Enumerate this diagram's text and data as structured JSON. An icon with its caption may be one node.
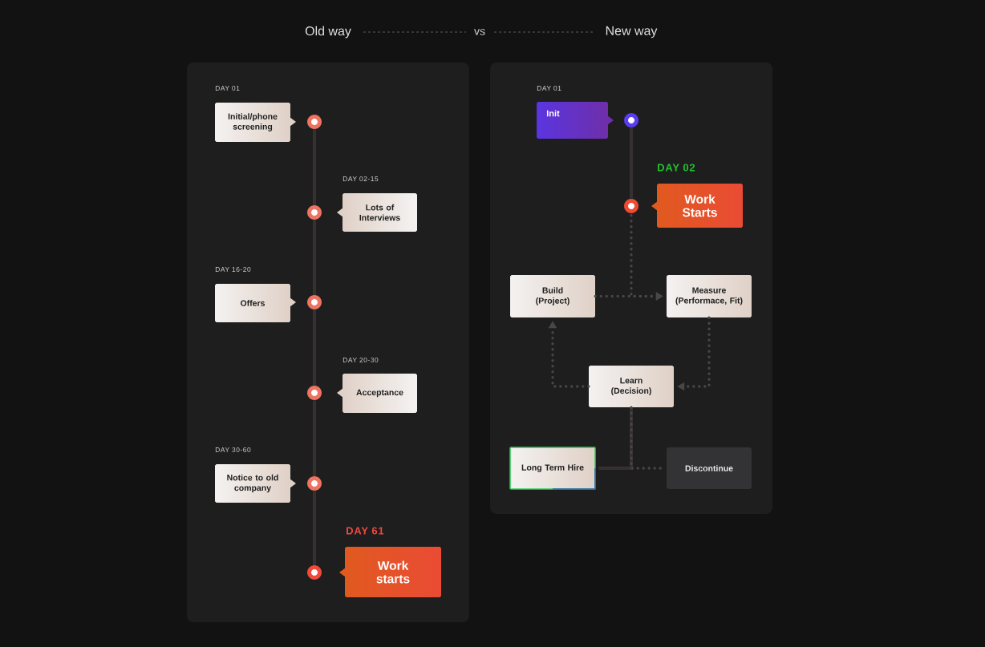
{
  "diagram": {
    "nodes": [
      {
        "text": [
          "Old way"
        ]
      },
      {
        "text": [
          "Initial/phone screening"
        ],
        "beside": [
          "DAY 01"
        ],
        "in": 0
      },
      {
        "text": [],
        "shape": "circle",
        "in": 0
      },
      {
        "text": [
          "Lots of Interviews"
        ],
        "beside": [
          "DAY 02-15"
        ],
        "in": 0
      },
      {
        "text": [],
        "shape": "circle",
        "in": 0
      },
      {
        "text": [
          "Offers"
        ],
        "beside": [
          "DAY 16-20"
        ],
        "in": 0
      },
      {
        "text": [],
        "shape": "circle",
        "in": 0
      },
      {
        "text": [
          "Acceptance"
        ],
        "beside": [
          "DAY 20-30"
        ],
        "in": 0
      },
      {
        "text": [],
        "shape": "circle",
        "in": 0
      },
      {
        "text": [
          "Notice to old company"
        ],
        "beside": [
          "DAY 30-60"
        ],
        "in": 0
      },
      {
        "text": [],
        "shape": "circle",
        "in": 0
      },
      {
        "text": [
          "Work starts"
        ],
        "beside": [
          "DAY 61"
        ],
        "in": 0
      },
      {
        "text": [],
        "shape": "circle",
        "in": 0
      },
      {
        "text": [
          "New way"
        ]
      },
      {
        "text": [
          "Init"
        ],
        "beside": [
          "DAY 01"
        ],
        "in": 13
      },
      {
        "text": [],
        "shape": "circle",
        "in": 13
      },
      {
        "text": [
          "Work Starts"
        ],
        "beside": [
          "DAY 02"
        ],
        "in": 13
      },
      {
        "text": [],
        "shape": "circle",
        "in": 13
      },
      {
        "text": [
          "Build (Project)"
        ],
        "in": 13
      },
      {
        "text": [
          "Measure (Performace, Fit)"
        ],
        "in": 13
      },
      {
        "text": [
          "Learn (Decision)"
        ],
        "in": 13
      },
      {
        "text": [
          "Long Term Hire"
        ],
        "in": 13
      },
      {
        "text": [
          "Discontinue"
        ],
        "in": 13
      }
    ],
    "edges": [
      {
        "from": 2,
        "to": 4,
        "arrow": "none"
      },
      {
        "from": 4,
        "to": 6,
        "arrow": "none"
      },
      {
        "from": 6,
        "to": 8,
        "arrow": "none"
      },
      {
        "from": 8,
        "to": 10,
        "arrow": "none"
      },
      {
        "from": 10,
        "to": 12,
        "arrow": "none"
      },
      {
        "from": 15,
        "to": 17,
        "arrow": "none"
      },
      {
        "from": 17,
        "to": 19,
        "arrow": "to",
        "style": "dashed"
      },
      {
        "from": 18,
        "to": 19,
        "arrow": "to",
        "style": "dashed"
      },
      {
        "from": 19,
        "to": 20,
        "arrow": "to",
        "style": "dashed"
      },
      {
        "from": 20,
        "to": 18,
        "arrow": "to",
        "style": "dashed"
      },
      {
        "from": 20,
        "to": 21,
        "arrow": "none"
      },
      {
        "from": 20,
        "to": 22,
        "arrow": "none",
        "style": "dashed"
      }
    ],
    "labels": [
      "vs"
    ]
  }
}
